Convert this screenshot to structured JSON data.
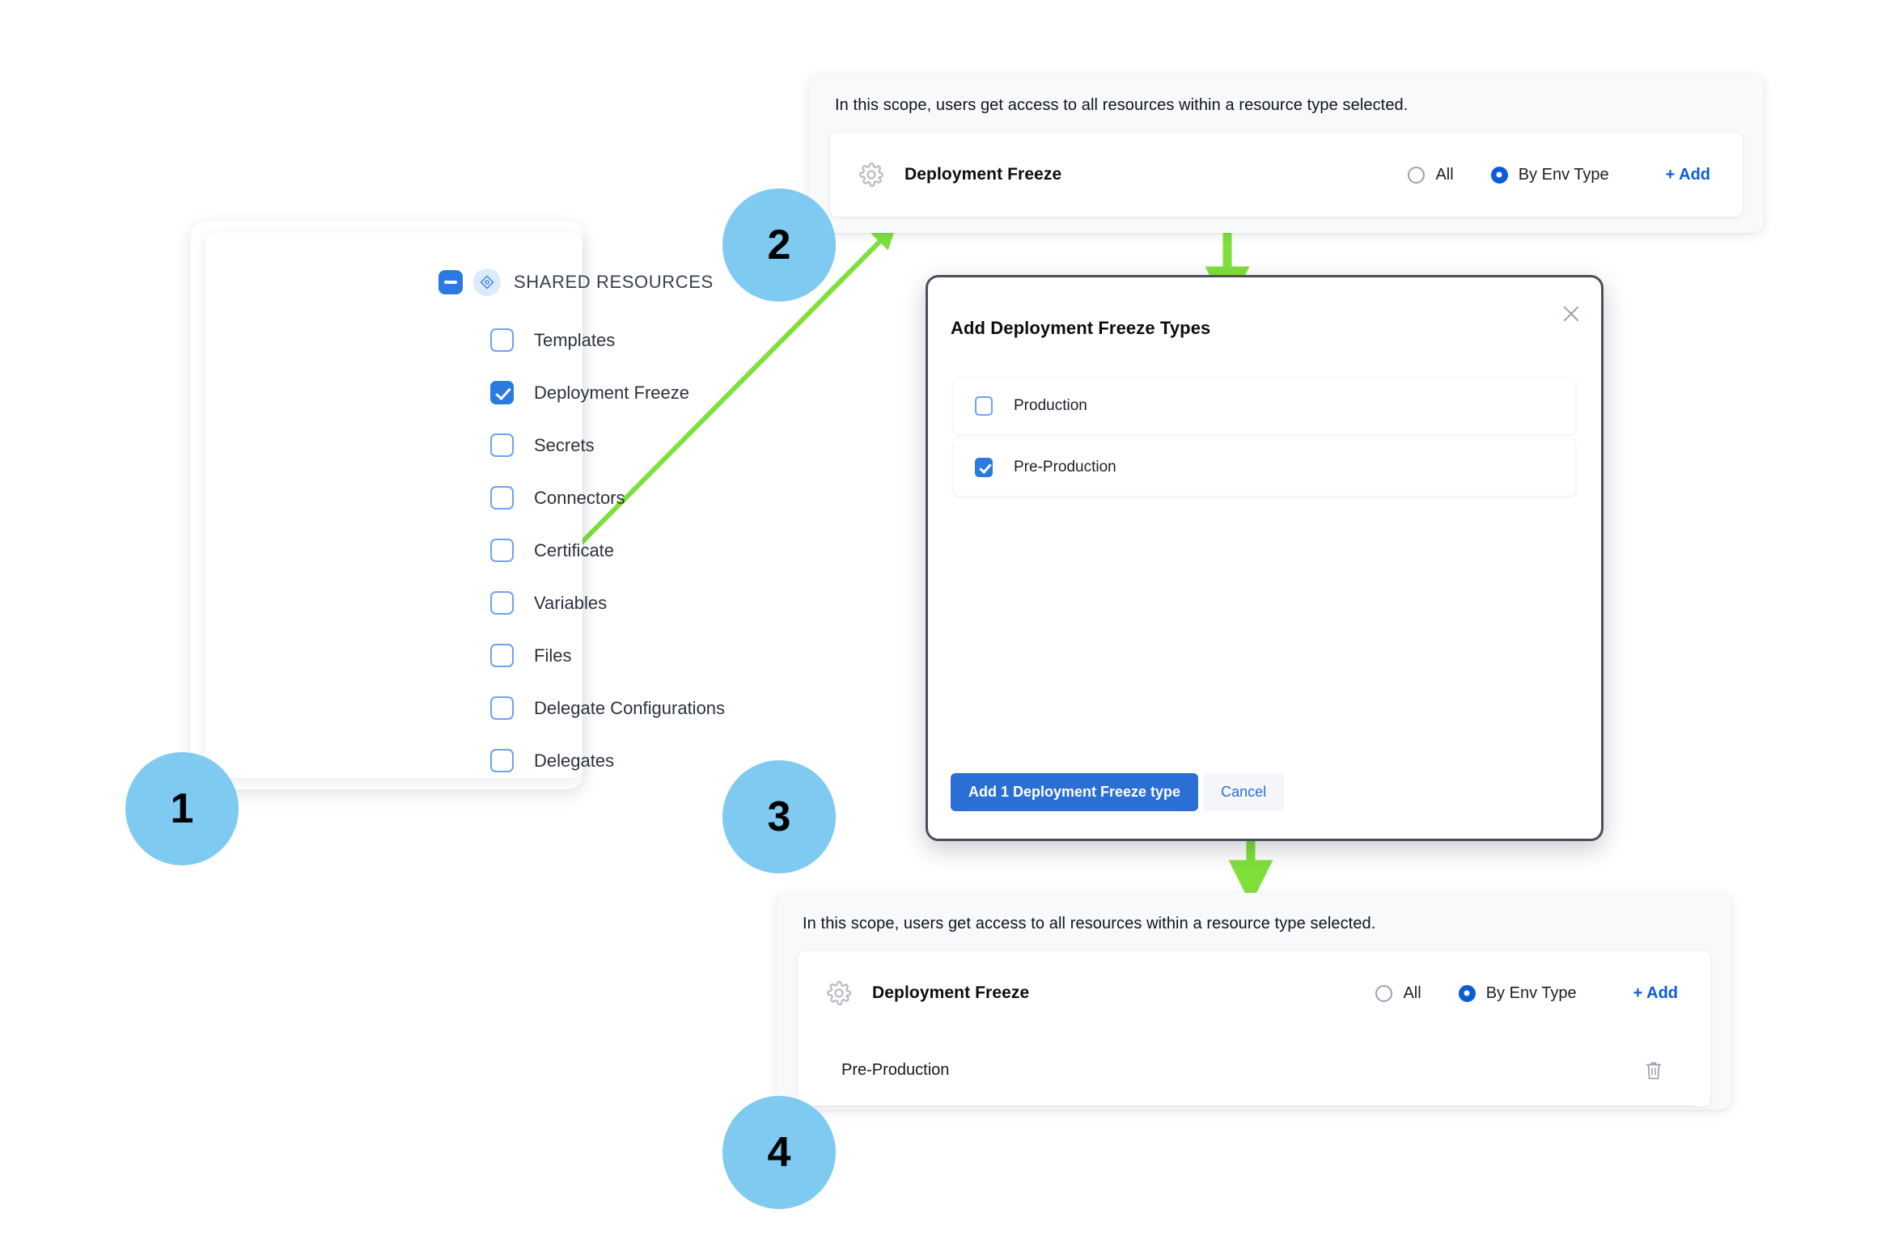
{
  "theme": {
    "badge_color": "#7ecaf0",
    "arrow_color": "#7fe03c",
    "accent_blue": "#2b7ae0",
    "link_blue": "#0b5cd7"
  },
  "badges": [
    {
      "label": "1"
    },
    {
      "label": "2"
    },
    {
      "label": "3"
    },
    {
      "label": "4"
    }
  ],
  "tree": {
    "title": "SHARED RESOURCES",
    "collapse_icon": "minus-icon",
    "group_icon": "diamond-icon",
    "items": [
      {
        "label": "Templates",
        "checked": false
      },
      {
        "label": "Deployment Freeze",
        "checked": true
      },
      {
        "label": "Secrets",
        "checked": false
      },
      {
        "label": "Connectors",
        "checked": false
      },
      {
        "label": "Certificate",
        "checked": false
      },
      {
        "label": "Variables",
        "checked": false
      },
      {
        "label": "Files",
        "checked": false
      },
      {
        "label": "Delegate Configurations",
        "checked": false
      },
      {
        "label": "Delegates",
        "checked": false
      }
    ]
  },
  "scope_panel_top": {
    "hint": "In this scope, users get access to all resources within a resource type selected.",
    "resource_icon": "gear-icon",
    "resource_name": "Deployment Freeze",
    "options": [
      {
        "label": "All",
        "selected": false
      },
      {
        "label": "By Env Type",
        "selected": true
      }
    ],
    "add_label": "+ Add",
    "selected_items": []
  },
  "modal": {
    "title": "Add Deployment Freeze Types",
    "close_icon": "close-icon",
    "options": [
      {
        "label": "Production",
        "checked": false
      },
      {
        "label": "Pre-Production",
        "checked": true
      }
    ],
    "primary_button": "Add 1 Deployment Freeze type",
    "secondary_button": "Cancel"
  },
  "scope_panel_bottom": {
    "hint": "In this scope, users get access to all resources within a resource type selected.",
    "resource_icon": "gear-icon",
    "resource_name": "Deployment Freeze",
    "options": [
      {
        "label": "All",
        "selected": false
      },
      {
        "label": "By Env Type",
        "selected": true
      }
    ],
    "add_label": "+ Add",
    "selected_items": [
      {
        "label": "Pre-Production",
        "delete_icon": "trash-icon"
      }
    ]
  }
}
